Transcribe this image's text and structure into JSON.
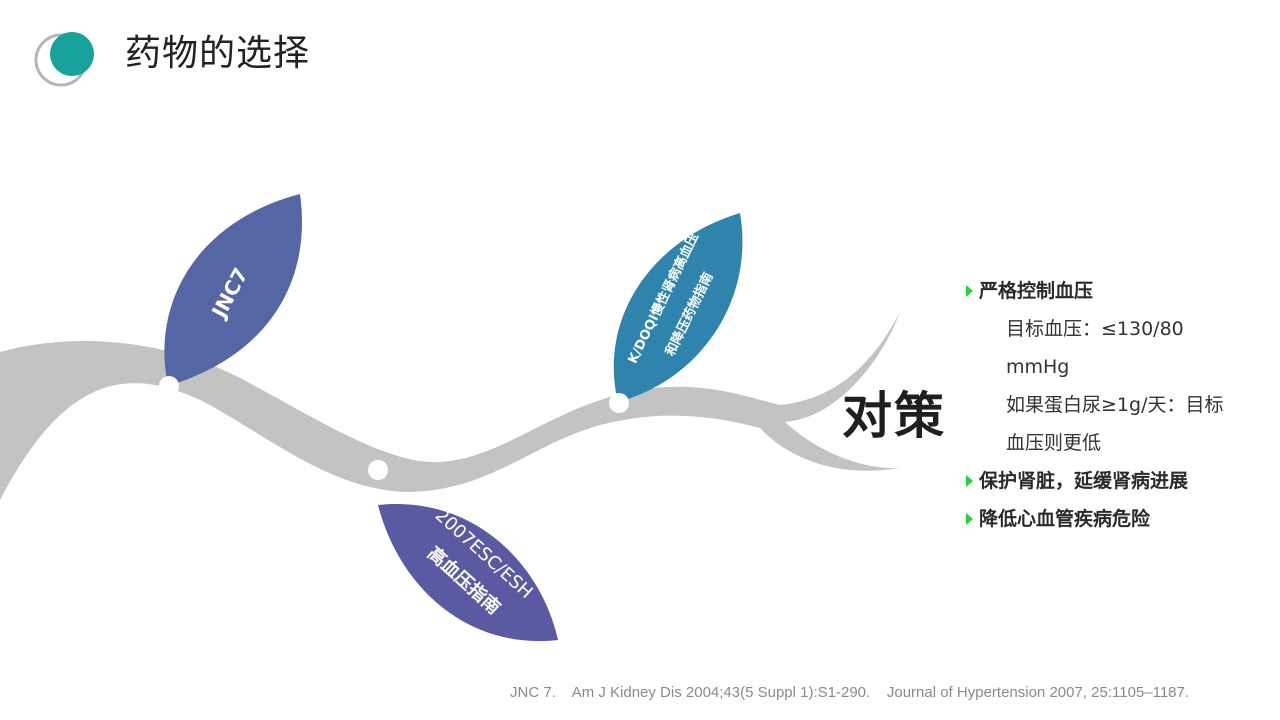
{
  "header": {
    "title": "药物的选择"
  },
  "leaves": {
    "leaf1": {
      "label": "JNC7"
    },
    "leaf2": {
      "line1": "2007ESC/ESH",
      "line2": "高血压指南"
    },
    "leaf3": {
      "line1": "K/DOQI慢性肾病高血压",
      "line2": "和降压药物指南"
    }
  },
  "strategy": {
    "title": "对策",
    "items": [
      {
        "label": "严格控制血压",
        "details": [
          "目标血压：≤130/80",
          "mmHg",
          "如果蛋白尿≥1g/天：目标",
          "血压则更低"
        ]
      },
      {
        "label": "保护肾脏，延缓肾病进展",
        "details": []
      },
      {
        "label": "降低心血管疾病危险",
        "details": []
      }
    ]
  },
  "footnote": "JNC 7.    Am J Kidney Dis 2004;43(5 Suppl 1):S1-290.    Journal of Hypertension 2007, 25:1105–1187.",
  "colors": {
    "leaf_jnc7": "#5566a4",
    "leaf_esc": "#5a5aa3",
    "leaf_kdoqi": "#2f84ad",
    "branch": "#c3c3c3",
    "logo_fill": "#17a39b",
    "bullet_marker": "#22d33a"
  }
}
